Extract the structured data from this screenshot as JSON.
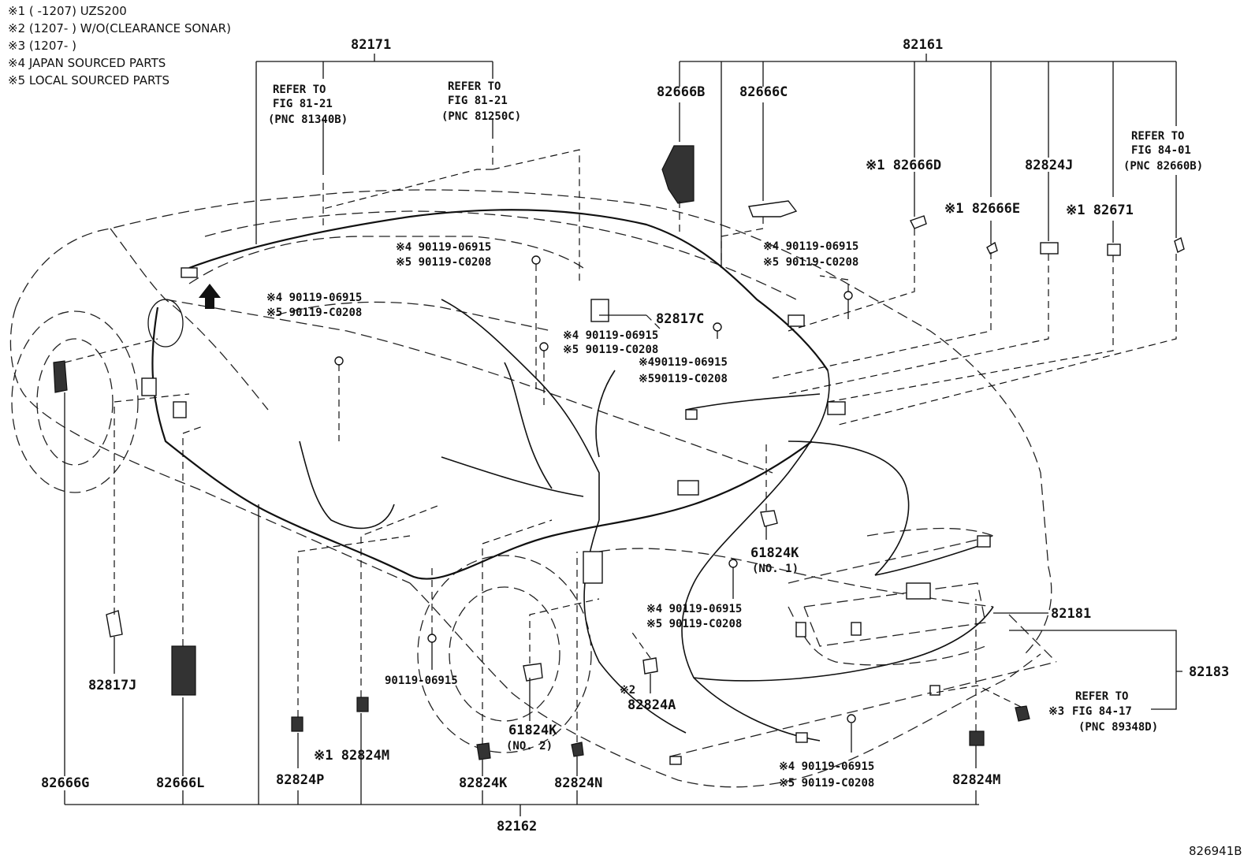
{
  "notes": [
    "※1 (      -1207) UZS200",
    "※2 (1207-      ) W/O(CLEARANCE SONAR)",
    "※3 (1207-      )",
    "※4 JAPAN SOURCED PARTS",
    "※5 LOCAL SOURCED PARTS"
  ],
  "refs": {
    "fig_81_21_a": {
      "l1": "REFER TO",
      "l2": "FIG 81-21",
      "l3": "(PNC 81340B)"
    },
    "fig_81_21_b": {
      "l1": "REFER TO",
      "l2": "FIG 81-21",
      "l3": "(PNC 81250C)"
    },
    "fig_84_01": {
      "l1": "REFER TO",
      "l2": "FIG 84-01",
      "l3": "(PNC 82660B)"
    },
    "fig_84_17": {
      "l1": "REFER TO",
      "l2": "FIG 84-17",
      "l3": "(PNC 89348D)",
      "prefix": "※3"
    }
  },
  "parts": {
    "p82171": "82171",
    "p82161": "82161",
    "p82666B": "82666B",
    "p82666C": "82666C",
    "p82666D": "※1 82666D",
    "p82824J": "82824J",
    "p82666E": "※1 82666E",
    "p82671": "※1 82671",
    "p82817C": "82817C",
    "p61824K_1": "61824K",
    "p61824K_1_sub": "(NO. 1)",
    "p82181": "82181",
    "p82183": "82183",
    "p82817J": "82817J",
    "p82824A": "82824A",
    "p82824A_prefix": "※2",
    "p61824K_2": "61824K",
    "p61824K_2_sub": "(NO. 2)",
    "p90119": "90119-06915",
    "p82824M_a": "※1 82824M",
    "p82666G": "82666G",
    "p82666L": "82666L",
    "p82824P": "82824P",
    "p82824K": "82824K",
    "p82824N": "82824N",
    "p82824M_b": "82824M",
    "p82162": "82162"
  },
  "bolts": [
    {
      "l1": "※4 90119-06915",
      "l2": "※5 90119-C0208"
    },
    {
      "l1": "※4 90119-06915",
      "l2": "※5 90119-C0208"
    },
    {
      "l1": "※4 90119-06915",
      "l2": "※5 90119-C0208"
    },
    {
      "l1": "※4 90119-06915",
      "l2": "※5 90119-C0208"
    },
    {
      "l1": "※490119-06915",
      "l2": "※590119-C0208"
    },
    {
      "l1": "※4 90119-06915",
      "l2": "※5 90119-C0208"
    },
    {
      "l1": "※4 90119-06915",
      "l2": "※5 90119-C0208"
    }
  ],
  "figure_id": "826941B"
}
